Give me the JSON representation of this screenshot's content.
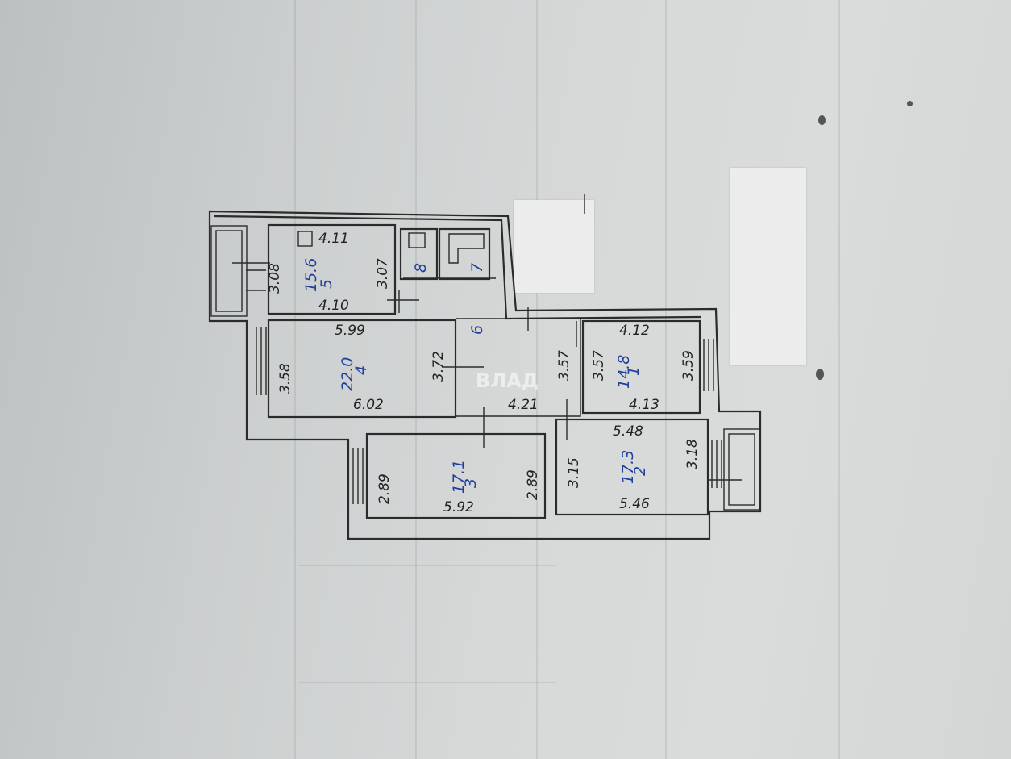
{
  "watermark": "ВЛАД",
  "colors": {
    "paper": "#d7d9d9",
    "ink": "#2b2b2b",
    "room_ink": "#1f3f9a"
  },
  "rooms": [
    {
      "number": "1",
      "area": "14.8",
      "dims": [
        "4.12",
        "3.57",
        "3.59",
        "4.13"
      ]
    },
    {
      "number": "2",
      "area": "17.3",
      "dims": [
        "5.48",
        "3.15",
        "3.18",
        "5.46"
      ]
    },
    {
      "number": "3",
      "area": "17.1",
      "dims": [
        "2.89",
        "2.89",
        "5.92"
      ]
    },
    {
      "number": "4",
      "area": "22.0",
      "dims": [
        "5.99",
        "3.58",
        "3.72",
        "6.02"
      ]
    },
    {
      "number": "5",
      "area": "15.6",
      "dims": [
        "4.11",
        "3.08",
        "3.07",
        "4.10"
      ]
    },
    {
      "number": "6",
      "dims": [
        "3.57",
        "4.21"
      ]
    },
    {
      "number": "7"
    },
    {
      "number": "8"
    }
  ]
}
